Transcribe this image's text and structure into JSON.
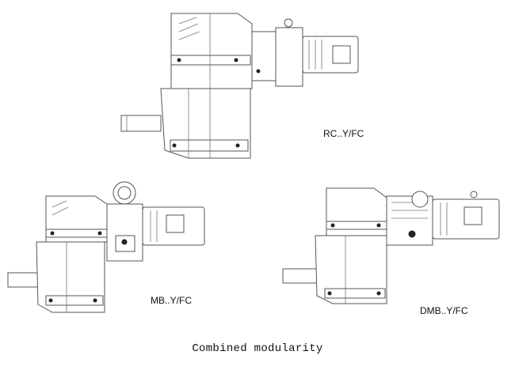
{
  "figure": {
    "caption": "Combined modularity",
    "variants": [
      {
        "id": "rc",
        "label": "RC..Y/FC"
      },
      {
        "id": "mb",
        "label": "MB..Y/FC"
      },
      {
        "id": "dmb",
        "label": "DMB..Y/FC"
      }
    ]
  }
}
